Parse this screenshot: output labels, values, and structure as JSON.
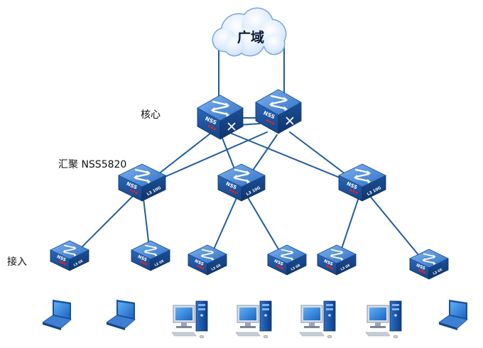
{
  "labels": {
    "cloud": "广域",
    "core": "核心",
    "aggregation": "汇聚 NSS5820",
    "access": "接入"
  },
  "device_text": {
    "core_switch": "NSS",
    "aggregation_switch": "NSS",
    "aggregation_badge": "L3 10G",
    "access_switch": "NSS",
    "access_badge": "L3 GE",
    "access_badge_alt": "L2 GE"
  },
  "icons": {
    "cloud": "cloud-icon",
    "core": "core-switch-icon",
    "aggregation": "aggregation-switch-icon",
    "access": "access-switch-icon",
    "laptop": "laptop-icon",
    "desktop": "desktop-pc-icon"
  },
  "colors": {
    "link": "#1f5c9e",
    "switch_top": "#4f8fdc",
    "switch_side": "#1a4f9c",
    "switch_dark": "#123b78",
    "led": "#e02424",
    "cloud_fill": "#e6f1ff",
    "cloud_stroke": "#7aa6e0"
  }
}
